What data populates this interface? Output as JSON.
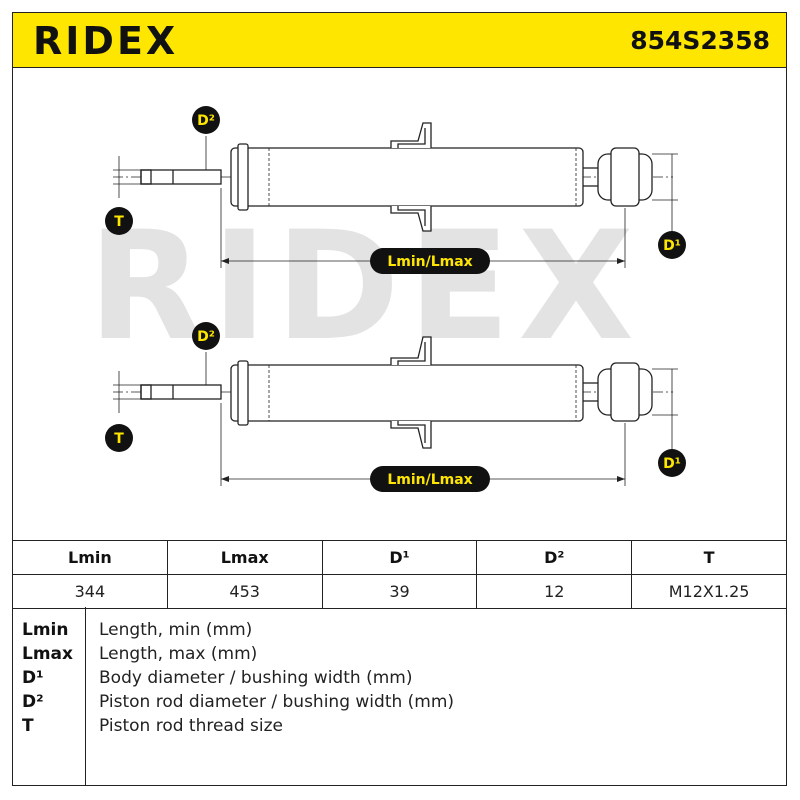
{
  "header": {
    "brand": "RIDEX",
    "part_number": "854S2358"
  },
  "drawing": {
    "watermark": "RIDEX",
    "labels": {
      "d2": "D²",
      "t": "T",
      "d1": "D¹",
      "length": "Lmin/Lmax"
    }
  },
  "specs": {
    "headers": [
      "Lmin",
      "Lmax",
      "D¹",
      "D²",
      "T"
    ],
    "values": [
      "344",
      "453",
      "39",
      "12",
      "M12X1.25"
    ]
  },
  "legend": [
    {
      "key": "Lmin",
      "desc": "Length, min (mm)"
    },
    {
      "key": "Lmax",
      "desc": "Length, max (mm)"
    },
    {
      "key": "D¹",
      "desc": "Body diameter / bushing width (mm)"
    },
    {
      "key": "D²",
      "desc": "Piston rod diameter / bushing width (mm)"
    },
    {
      "key": "T",
      "desc": "Piston rod thread size"
    }
  ],
  "colors": {
    "accent": "#ffe600",
    "line": "#222222",
    "badge": "#111111",
    "watermark": "#e3e3e3"
  }
}
